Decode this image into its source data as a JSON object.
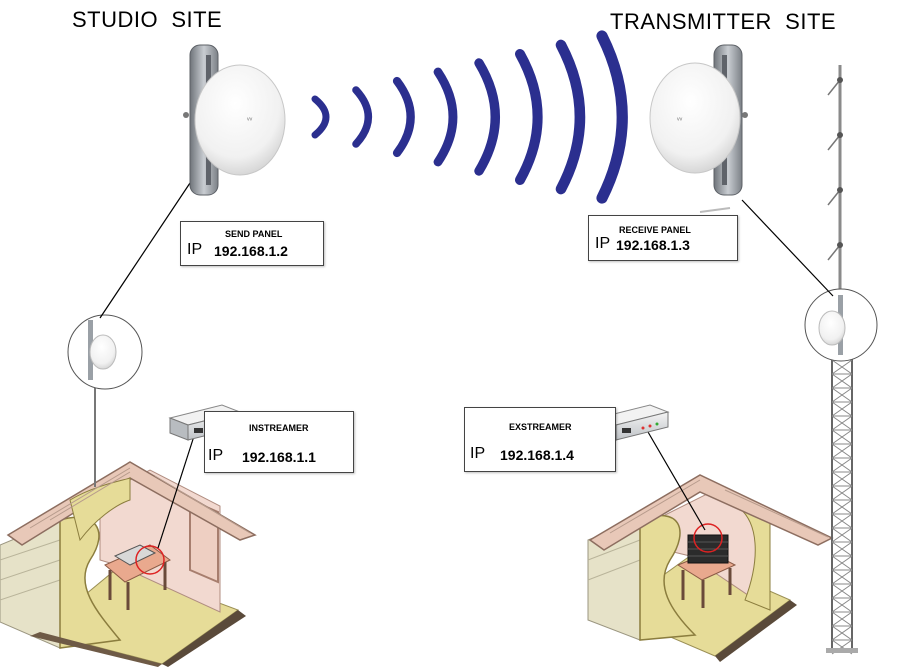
{
  "sites": {
    "studio": "STUDIO  SITE",
    "transmitter": "TRANSMITTER  SITE"
  },
  "panels": {
    "send": {
      "title": "SEND PANEL",
      "ip_prefix": "IP",
      "ip": "192.168.1.2"
    },
    "receive": {
      "title": "RECEIVE PANEL",
      "ip_prefix": "IP",
      "ip": "192.168.1.3"
    }
  },
  "streamers": {
    "instreamer": {
      "title": "INSTREAMER",
      "ip_prefix": "IP",
      "ip": "192.168.1.1"
    },
    "exstreamer": {
      "title": "EXSTREAMER",
      "ip_prefix": "IP",
      "ip": "192.168.1.4"
    }
  },
  "colors": {
    "wave": "#2b2f8f",
    "dish_frame": "#8a8f96",
    "house_wall": "#f2d9d0",
    "house_roof": "#e8c8b8",
    "insulation": "#e6dc98",
    "siding": "#e6e2c8"
  }
}
